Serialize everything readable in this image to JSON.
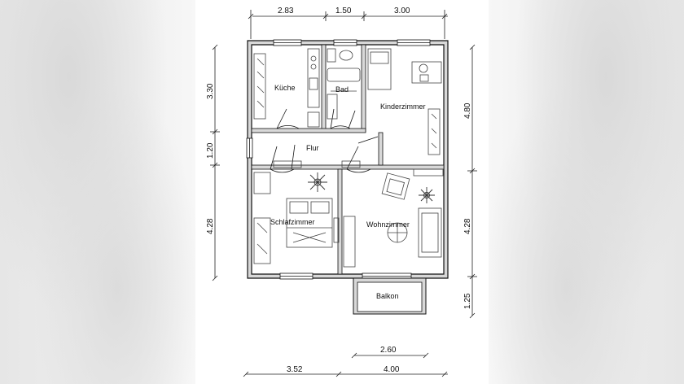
{
  "dimensions": {
    "top": [
      "2.83",
      "1.50",
      "3.00"
    ],
    "left": [
      "3.30",
      "1.20",
      "4.28"
    ],
    "right": [
      "4.80",
      "4.28",
      "1.25"
    ],
    "bottom_upper": "2.60",
    "bottom_lower": [
      "3.52",
      "4.00"
    ]
  },
  "rooms": {
    "kueche": "Küche",
    "bad": "Bad",
    "kinderzimmer": "Kinderzimmer",
    "flur": "Flur",
    "schlafzimmer": "Schlafzimmer",
    "wohnzimmer": "Wohnzimmer",
    "balkon": "Balkon"
  },
  "colors": {
    "wall": "#111111",
    "wall_fill": "#d8d8d8",
    "line": "#222222",
    "furniture": "#444444",
    "background_blur": "#e6e6e6"
  }
}
